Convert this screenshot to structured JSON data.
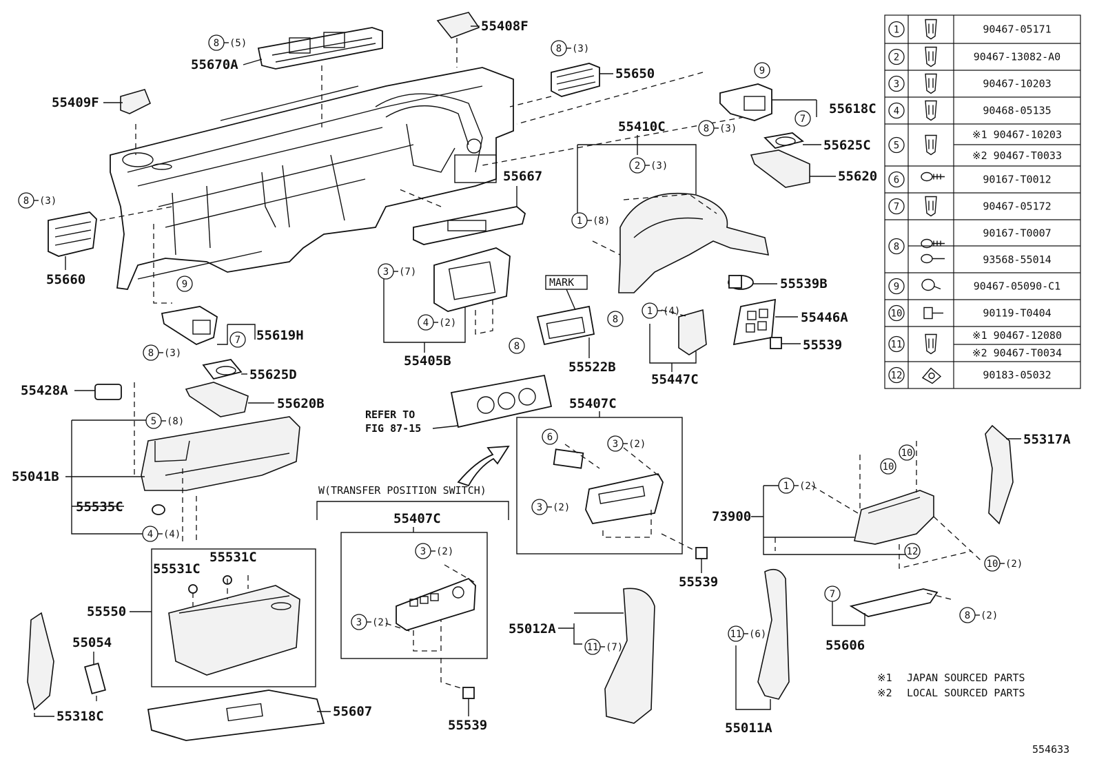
{
  "diagram_id": "554633",
  "notes": [
    {
      "mark": "※1",
      "text": "JAPAN SOURCED PARTS"
    },
    {
      "mark": "※2",
      "text": "LOCAL SOURCED PARTS"
    }
  ],
  "refer_note": {
    "line1": "REFER TO",
    "line2": "FIG 87-15"
  },
  "transfer_switch_label": "W(TRANSFER POSITION SWITCH)",
  "mark_label": "MARK",
  "part_labels": [
    {
      "id": "55408F",
      "text": "55408F"
    },
    {
      "id": "55670A",
      "text": "55670A"
    },
    {
      "id": "55650",
      "text": "55650"
    },
    {
      "id": "55409F",
      "text": "55409F"
    },
    {
      "id": "55618C",
      "text": "55618C"
    },
    {
      "id": "55410C",
      "text": "55410C"
    },
    {
      "id": "55625C",
      "text": "55625C"
    },
    {
      "id": "55620",
      "text": "55620"
    },
    {
      "id": "55667",
      "text": "55667"
    },
    {
      "id": "55660",
      "text": "55660"
    },
    {
      "id": "55619H",
      "text": "55619H"
    },
    {
      "id": "55539B",
      "text": "55539B"
    },
    {
      "id": "55446A",
      "text": "55446A"
    },
    {
      "id": "55539-a",
      "text": "55539"
    },
    {
      "id": "55405B",
      "text": "55405B"
    },
    {
      "id": "55522B",
      "text": "55522B"
    },
    {
      "id": "55447C",
      "text": "55447C"
    },
    {
      "id": "55625D",
      "text": "55625D"
    },
    {
      "id": "55428A",
      "text": "55428A"
    },
    {
      "id": "55620B",
      "text": "55620B"
    },
    {
      "id": "55407C-a",
      "text": "55407C"
    },
    {
      "id": "55317A",
      "text": "55317A"
    },
    {
      "id": "55041B",
      "text": "55041B"
    },
    {
      "id": "73900",
      "text": "73900"
    },
    {
      "id": "55535C",
      "text": "55535C"
    },
    {
      "id": "55407C-b",
      "text": "55407C"
    },
    {
      "id": "55539-b",
      "text": "55539"
    },
    {
      "id": "55531C-a",
      "text": "55531C"
    },
    {
      "id": "55531C-b",
      "text": "55531C"
    },
    {
      "id": "55550",
      "text": "55550"
    },
    {
      "id": "55012A",
      "text": "55012A"
    },
    {
      "id": "55606",
      "text": "55606"
    },
    {
      "id": "55054",
      "text": "55054"
    },
    {
      "id": "55011A",
      "text": "55011A"
    },
    {
      "id": "55318C",
      "text": "55318C"
    },
    {
      "id": "55607",
      "text": "55607"
    },
    {
      "id": "55539-c",
      "text": "55539"
    }
  ],
  "callouts": [
    {
      "num": "8",
      "qty": "(5)"
    },
    {
      "num": "8",
      "qty": "(3)"
    },
    {
      "num": "9",
      "qty": ""
    },
    {
      "num": "7",
      "qty": ""
    },
    {
      "num": "8",
      "qty": "(3)"
    },
    {
      "num": "2",
      "qty": "(3)"
    },
    {
      "num": "8",
      "qty": "(3)"
    },
    {
      "num": "1",
      "qty": "(8)"
    },
    {
      "num": "3",
      "qty": "(7)"
    },
    {
      "num": "9",
      "qty": ""
    },
    {
      "num": "4",
      "qty": "(2)"
    },
    {
      "num": "1",
      "qty": "(4)"
    },
    {
      "num": "8",
      "qty": ""
    },
    {
      "num": "8",
      "qty": ""
    },
    {
      "num": "7",
      "qty": ""
    },
    {
      "num": "8",
      "qty": "(3)"
    },
    {
      "num": "5",
      "qty": "(8)"
    },
    {
      "num": "6",
      "qty": ""
    },
    {
      "num": "3",
      "qty": "(2)"
    },
    {
      "num": "10",
      "qty": ""
    },
    {
      "num": "10",
      "qty": ""
    },
    {
      "num": "3",
      "qty": "(2)"
    },
    {
      "num": "1",
      "qty": "(2)"
    },
    {
      "num": "4",
      "qty": "(4)"
    },
    {
      "num": "3",
      "qty": "(2)"
    },
    {
      "num": "12",
      "qty": ""
    },
    {
      "num": "10",
      "qty": "(2)"
    },
    {
      "num": "3",
      "qty": "(2)"
    },
    {
      "num": "7",
      "qty": ""
    },
    {
      "num": "8",
      "qty": "(2)"
    },
    {
      "num": "11",
      "qty": "(7)"
    },
    {
      "num": "11",
      "qty": "(6)"
    }
  ],
  "fastener_table": [
    {
      "num": "1",
      "icon": "clip-icon",
      "parts": [
        "90467-05171"
      ]
    },
    {
      "num": "2",
      "icon": "clip-icon",
      "parts": [
        "90467-13082-A0"
      ]
    },
    {
      "num": "3",
      "icon": "clip-icon",
      "parts": [
        "90467-10203"
      ]
    },
    {
      "num": "4",
      "icon": "clip-icon",
      "parts": [
        "90468-05135"
      ]
    },
    {
      "num": "5",
      "icon": "clip-icon",
      "parts": [
        "※1 90467-10203",
        "※2 90467-T0033"
      ]
    },
    {
      "num": "6",
      "icon": "screw-icon",
      "parts": [
        "90167-T0012"
      ]
    },
    {
      "num": "7",
      "icon": "clip-icon",
      "parts": [
        "90467-05172"
      ]
    },
    {
      "num": "8",
      "icon": "screw-icon",
      "parts": [
        "90167-T0007",
        "93568-55014"
      ]
    },
    {
      "num": "9",
      "icon": "rivet-icon",
      "parts": [
        "90467-05090-C1"
      ]
    },
    {
      "num": "10",
      "icon": "bolt-icon",
      "parts": [
        "90119-T0404"
      ]
    },
    {
      "num": "11",
      "icon": "clip-icon",
      "parts": [
        "※1 90467-12080",
        "※2 90467-T0034"
      ]
    },
    {
      "num": "12",
      "icon": "nut-icon",
      "parts": [
        "90183-05032"
      ]
    }
  ]
}
